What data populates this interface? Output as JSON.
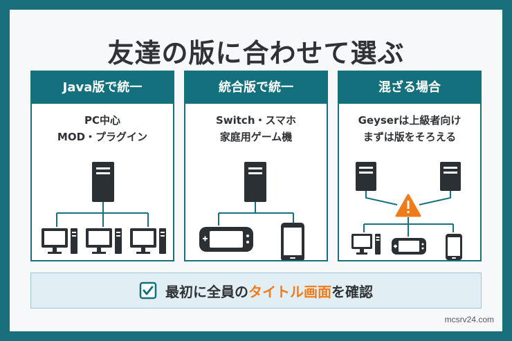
{
  "title": "友達の版に合わせて選ぶ",
  "cards": [
    {
      "header": "Java版で統一",
      "line1": "PC中心",
      "line2": "MOD・プラグイン"
    },
    {
      "header": "統合版で統一",
      "line1": "Switch・スマホ",
      "line2": "家庭用ゲーム機"
    },
    {
      "header": "混ざる場合",
      "line1": "Geyserは上級者向け",
      "line2": "まずは版をそろえる"
    }
  ],
  "footer": {
    "text_before": "最初に全員の",
    "text_highlight": "タイトル画面",
    "text_after": "を確認"
  },
  "watermark": "mcsrv24.com",
  "icons": [
    "server-tower-icon",
    "desktop-pc-icon",
    "game-console-icon",
    "smartphone-icon",
    "warning-icon",
    "checkbox-icon"
  ],
  "colors": {
    "frame": "#1a6f7c",
    "header": "#15707d",
    "accent": "#f07b1b",
    "icon": "#2b3035"
  }
}
